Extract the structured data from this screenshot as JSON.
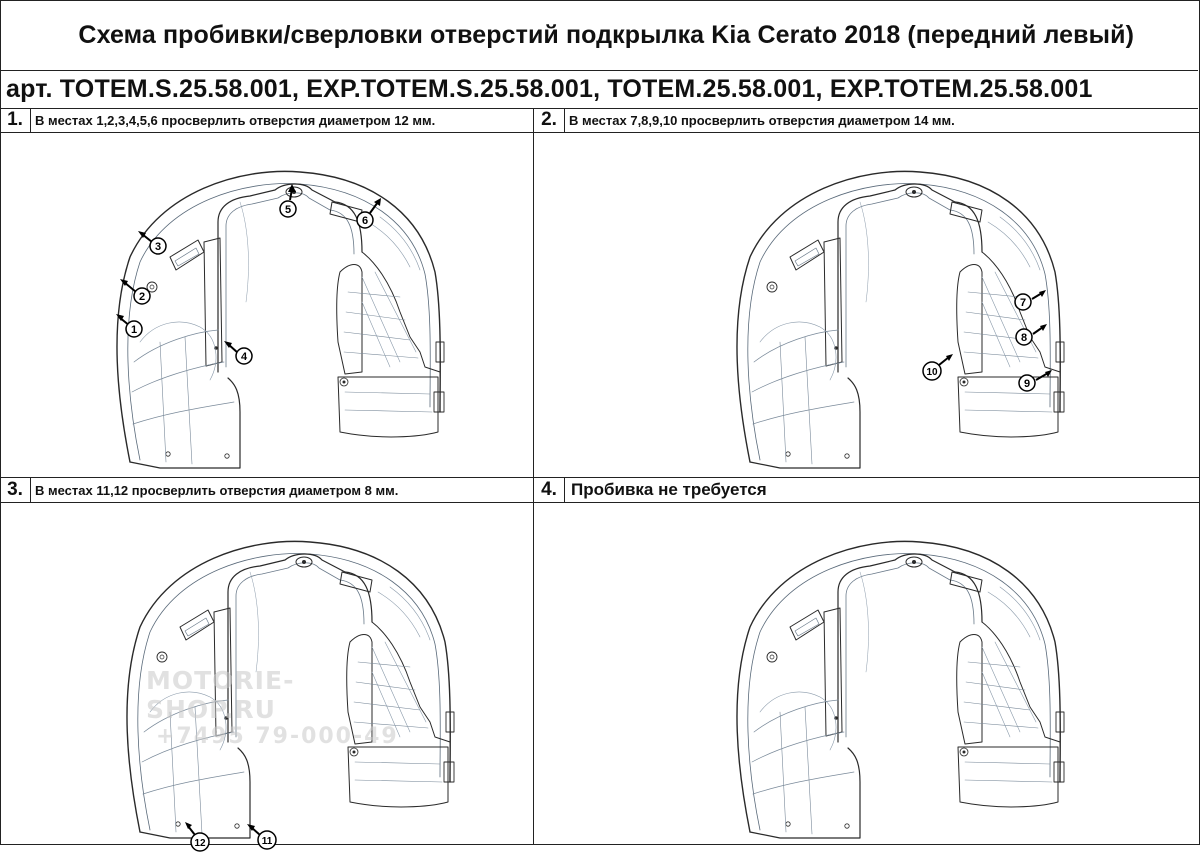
{
  "header": {
    "title": "Схема пробивки/сверловки отверстий подкрылка Kia Cerato 2018 (передний левый)",
    "articles": "арт. TOTEM.S.25.58.001, EXP.TOTEM.S.25.58.001, TOTEM.25.58.001, EXP.TOTEM.25.58.001"
  },
  "steps": [
    {
      "num": "1.",
      "text": "В местах 1,2,3,4,5,6 просверлить отверстия диаметром 12 мм.",
      "markers": [
        "1",
        "2",
        "3",
        "4",
        "5",
        "6"
      ]
    },
    {
      "num": "2.",
      "text": "В местах 7,8,9,10 просверлить отверстия диаметром 14 мм.",
      "markers": [
        "7",
        "8",
        "9",
        "10"
      ]
    },
    {
      "num": "3.",
      "text": "В местах 11,12 просверлить отверстия диаметром 8 мм.",
      "markers": [
        "11",
        "12"
      ]
    },
    {
      "num": "4.",
      "text": "Пробивка не требуется",
      "markers": []
    }
  ],
  "watermark": {
    "line1": "MOTORIE-SHOP.RU",
    "line2": "+7495 79-000-49"
  },
  "colors": {
    "outline": "#2a2a2a",
    "detail": "#6a7a8a",
    "accent": "#7fb3d5"
  }
}
